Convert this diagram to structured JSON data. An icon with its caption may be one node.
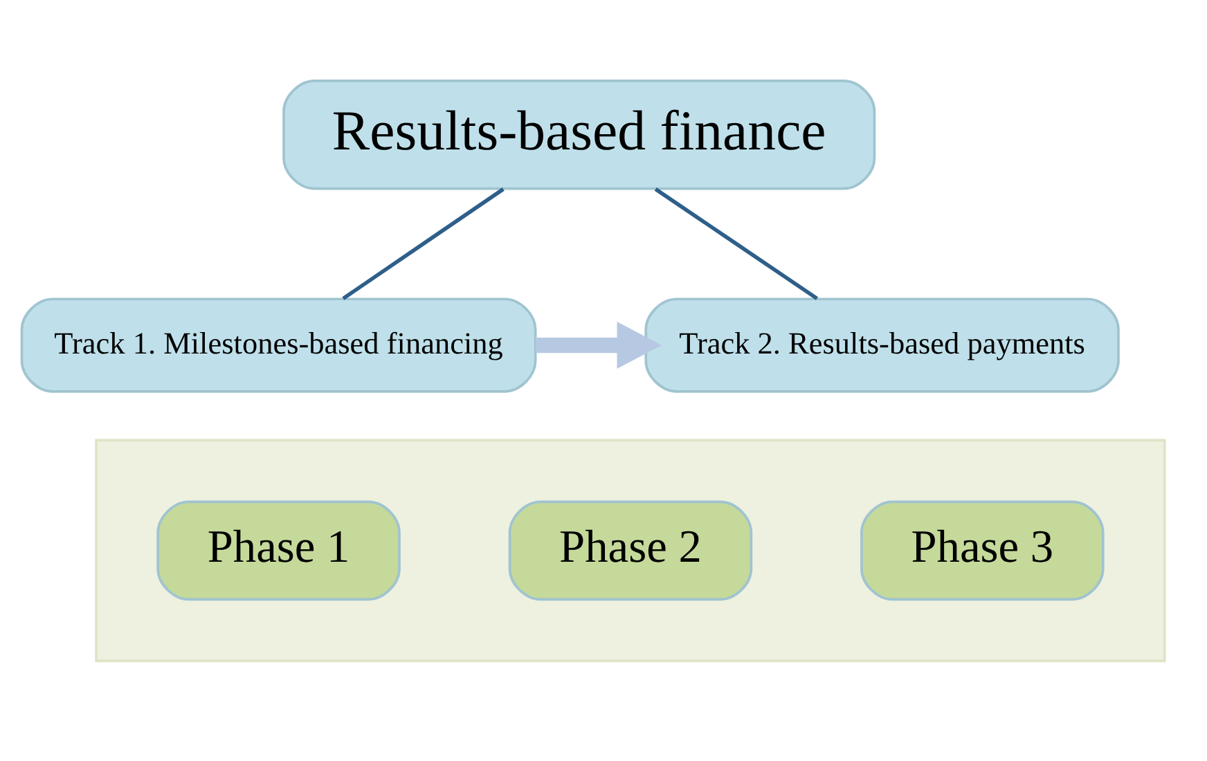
{
  "diagram": {
    "nodes": [
      {
        "text": [
          "Results-based finance"
        ]
      },
      {
        "text": [
          "Track 1. Milestones-based financing"
        ]
      },
      {
        "text": [
          "Track 2. Results-based payments"
        ]
      },
      {
        "text": [],
        "shape": "arrow"
      },
      {
        "text": [
          "Phase 1"
        ],
        "in": 3
      },
      {
        "text": [
          "Phase 2"
        ],
        "in": 3
      },
      {
        "text": [
          "Phase 3"
        ],
        "in": 3
      }
    ],
    "edges": [
      {
        "from": 0,
        "to": 1,
        "arrow": "none"
      },
      {
        "from": 0,
        "to": 2,
        "arrow": "none"
      },
      {
        "from": 1,
        "to": 2,
        "arrow": "to",
        "style": "thick",
        "color": "#b7c9e2"
      }
    ]
  }
}
